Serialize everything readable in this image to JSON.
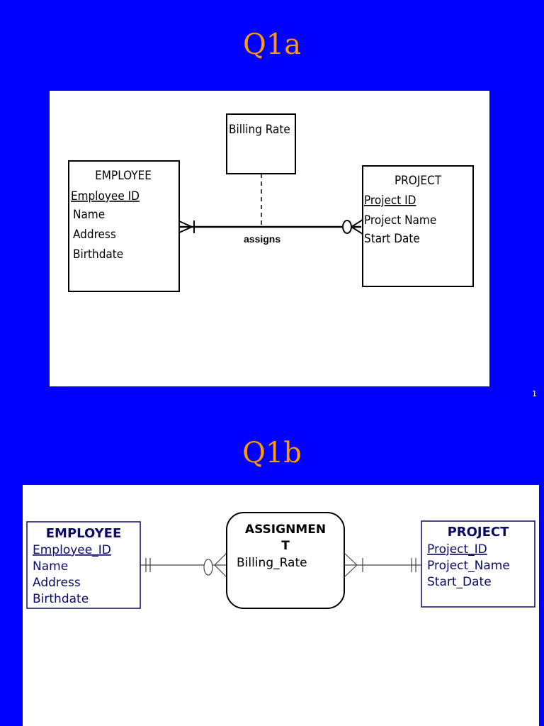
{
  "slides": {
    "a": {
      "title": "Q1a",
      "page_number": "1"
    },
    "b": {
      "title": "Q1b"
    }
  },
  "colors": {
    "background": "#0000ff",
    "title": "#ff9900",
    "panel": "#ffffff",
    "entity_text_b": "#0b0b66"
  },
  "diagram_a": {
    "associative_entity": "Billing Rate",
    "relationship": "assigns",
    "employee": {
      "name": "EMPLOYEE",
      "key": "Employee ID",
      "attributes": [
        "Name",
        "Address",
        "Birthdate"
      ]
    },
    "project": {
      "name": "PROJECT",
      "key": "Project ID",
      "attributes": [
        "Project Name",
        "Start Date"
      ]
    }
  },
  "diagram_b": {
    "employee": {
      "name": "EMPLOYEE",
      "key": "Employee_ID",
      "attributes": [
        "Name",
        "Address",
        "Birthdate"
      ]
    },
    "assignment": {
      "name_line1": "ASSIGNMEN",
      "name_line2": "T",
      "attribute": "Billing_Rate"
    },
    "project": {
      "name": "PROJECT",
      "key": "Project_ID",
      "attributes": [
        "Project_Name",
        "Start_Date"
      ]
    }
  }
}
